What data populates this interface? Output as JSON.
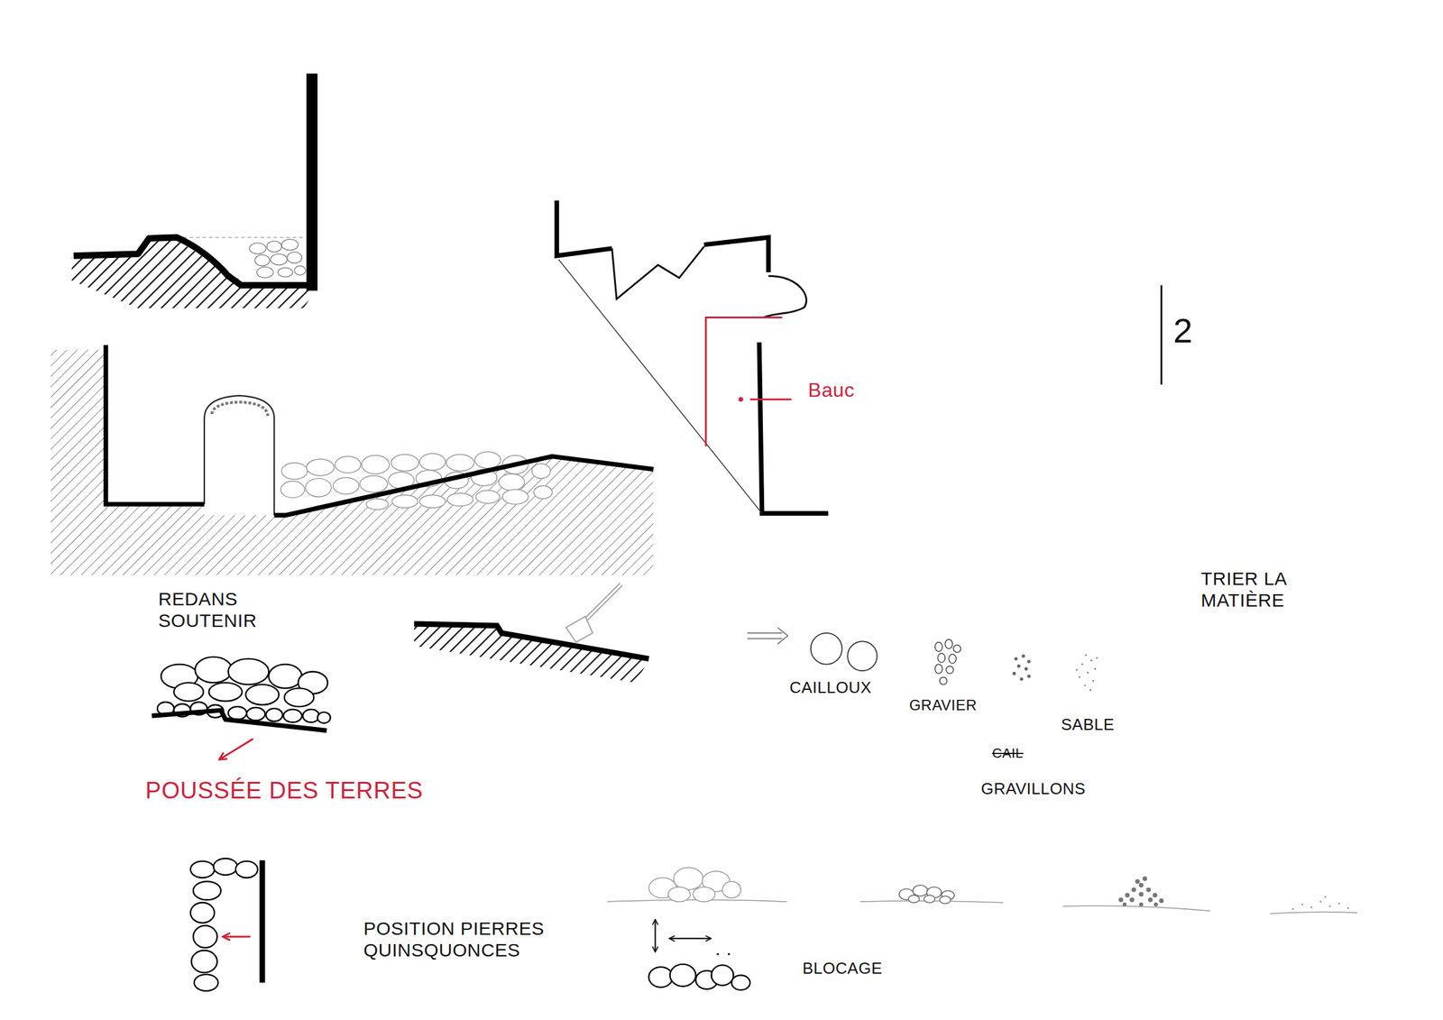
{
  "diagram": {
    "labels": [
      "2",
      "Bauc",
      "REDANS SOUTENIR",
      "TRIER LA MATIÈRE",
      "CAILLOUX",
      "GRAVIER",
      "SABLE",
      "CAIL",
      "POUSSÉE DES TERRES",
      "GRAVILLONS",
      "POSITION PIERRES QUINSQUONCES",
      "BLOCAGE"
    ]
  }
}
